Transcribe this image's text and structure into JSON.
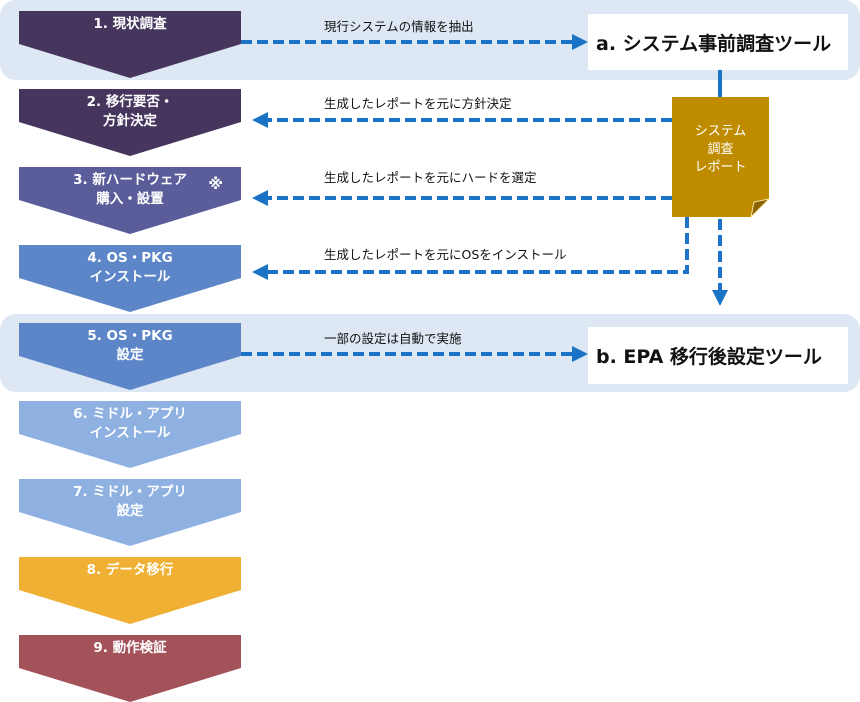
{
  "colors": {
    "band": "#dde8f4",
    "arrow": "#1a73c4",
    "document": "#bf8c00",
    "document_fold": "#8a6400"
  },
  "steps": [
    {
      "label": "1. 現状調査",
      "color": "#46365e"
    },
    {
      "label": "2. 移行要否・\n方針決定",
      "color": "#46365e"
    },
    {
      "label": "3. 新ハードウェア\n購入・設置",
      "color": "#5a5d9a",
      "note": "※"
    },
    {
      "label": "4. OS・PKG\nインストール",
      "color": "#5d86c9"
    },
    {
      "label": "5. OS・PKG\n設定",
      "color": "#5d86c9"
    },
    {
      "label": "6. ミドル・アプリ\nインストール",
      "color": "#8eb1e1"
    },
    {
      "label": "7. ミドル・アプリ\n設定",
      "color": "#8eb1e1"
    },
    {
      "label": "8. データ移行",
      "color": "#efb033"
    },
    {
      "label": "9. 動作検証",
      "color": "#a3525a"
    }
  ],
  "tools": {
    "a": "a. システム事前調査ツール",
    "b": "b. EPA 移行後設定ツール"
  },
  "document": {
    "label": "システム\n調査\nレポート"
  },
  "flows": [
    {
      "label": "現行システムの情報を抽出",
      "direction": "right"
    },
    {
      "label": "生成したレポートを元に方針決定",
      "direction": "left"
    },
    {
      "label": "生成したレポートを元にハードを選定",
      "direction": "left"
    },
    {
      "label": "生成したレポートを元にOSをインストール",
      "direction": "left"
    },
    {
      "label": "一部の設定は自動で実施",
      "direction": "right"
    }
  ]
}
